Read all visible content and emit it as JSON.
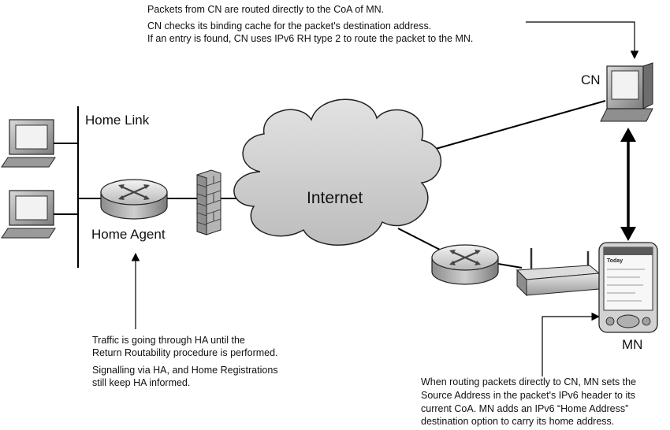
{
  "labels": {
    "home_link": "Home Link",
    "home_agent": "Home Agent",
    "internet": "Internet",
    "cn": "CN",
    "mn": "MN"
  },
  "notes": {
    "top_line1": "Packets from CN are routed directly to the CoA of MN.",
    "top_line2": "CN checks its binding cache for the packet's destination address.",
    "top_line3": "If an entry is found, CN uses IPv6 RH type 2 to route the packet to the MN.",
    "ha_line1": "Traffic is going through HA until the",
    "ha_line2": "Return Routability procedure is performed.",
    "ha_line3": "Signalling via HA, and Home Registrations",
    "ha_line4": "still keep HA informed.",
    "mn_line1": "When routing packets directly to CN, MN sets the",
    "mn_line2": "Source Address in the packet's IPv6 header to its",
    "mn_line3": "current CoA. MN adds an IPv6 “Home Address”",
    "mn_line4": "destination option to carry its home address."
  },
  "pda_screen": {
    "title": "Today"
  },
  "icons": [
    "pc-icon",
    "router-icon",
    "firewall-icon",
    "cloud-icon",
    "wireless-access-point-icon",
    "pda-icon"
  ]
}
